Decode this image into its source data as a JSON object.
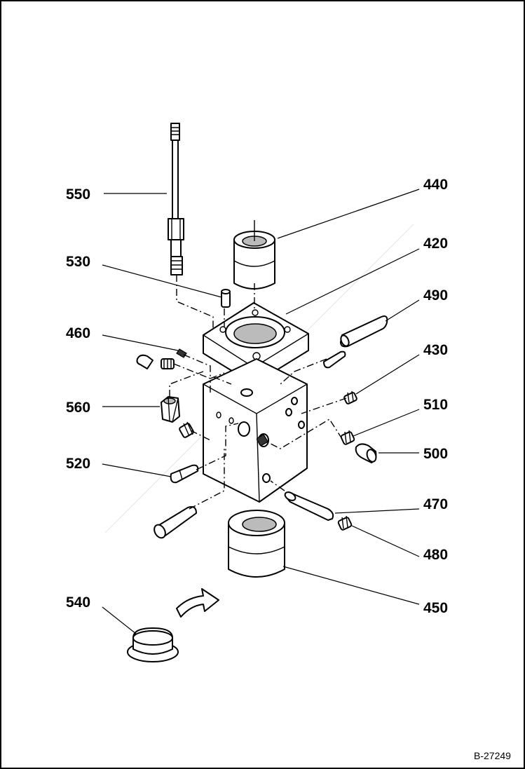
{
  "figure_number": "B-27249",
  "callouts": [
    {
      "id": "550",
      "label": "550"
    },
    {
      "id": "440",
      "label": "440"
    },
    {
      "id": "420",
      "label": "420"
    },
    {
      "id": "530",
      "label": "530"
    },
    {
      "id": "490",
      "label": "490"
    },
    {
      "id": "460",
      "label": "460"
    },
    {
      "id": "430",
      "label": "430"
    },
    {
      "id": "560",
      "label": "560"
    },
    {
      "id": "510",
      "label": "510"
    },
    {
      "id": "500",
      "label": "500"
    },
    {
      "id": "520",
      "label": "520"
    },
    {
      "id": "470",
      "label": "470"
    },
    {
      "id": "480",
      "label": "480"
    },
    {
      "id": "540",
      "label": "540"
    },
    {
      "id": "450",
      "label": "450"
    }
  ]
}
